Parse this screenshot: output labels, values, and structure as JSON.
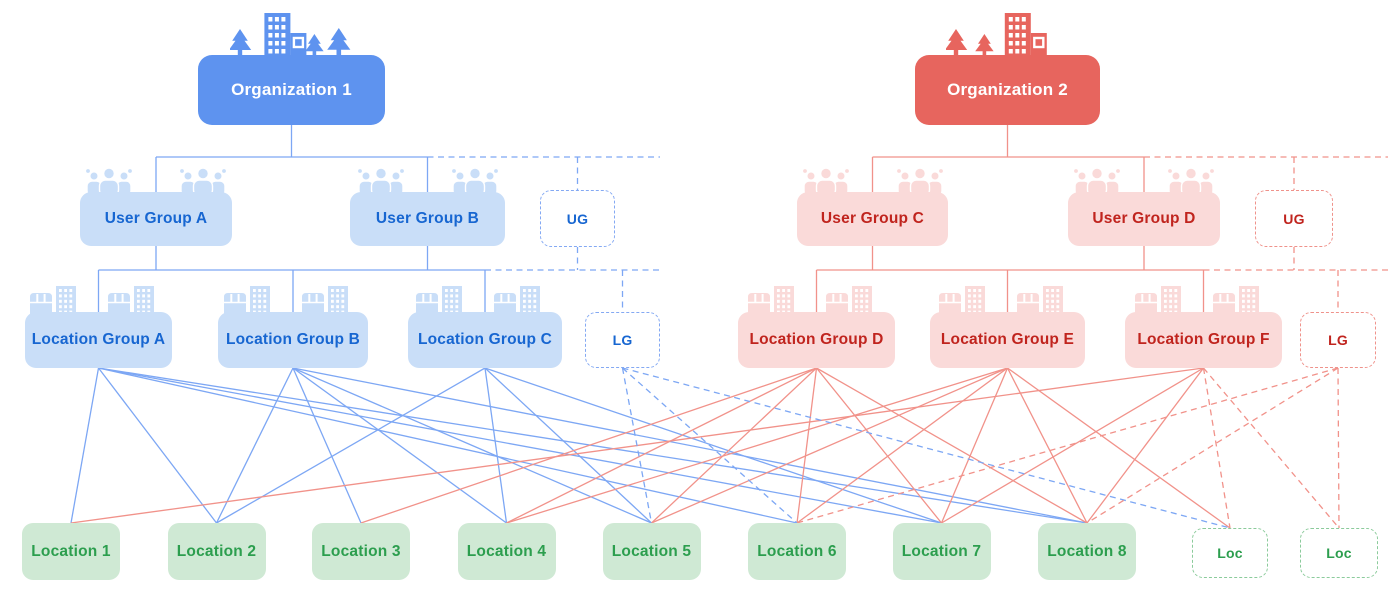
{
  "palette": {
    "blue_primary": "#5e93ef",
    "blue_light_fill": "#c9def8",
    "blue_text": "#1766d1",
    "blue_line": "#7da7f4",
    "red_primary": "#e7655e",
    "red_light_fill": "#fadad9",
    "red_text": "#c0241e",
    "red_line": "#f1928a",
    "green_fill": "#cfe9d4",
    "green_text": "#2c9e4e",
    "green_dashed_border": "#8bcb9b",
    "background": "#ffffff"
  },
  "nodes": [
    {
      "id": "org1",
      "label": "Organization 1",
      "kind": "organization",
      "palette": "blue",
      "variant": "org",
      "icon": "city-trees-icon"
    },
    {
      "id": "ug_a",
      "label": "User Group A",
      "kind": "user-group",
      "palette": "blue",
      "variant": "light",
      "icon": "people-icon"
    },
    {
      "id": "ug_b",
      "label": "User Group B",
      "kind": "user-group",
      "palette": "blue",
      "variant": "light",
      "icon": "people-icon"
    },
    {
      "id": "ug_extra_blue",
      "label": "UG",
      "kind": "user-group-placeholder",
      "palette": "blue",
      "variant": "dashed",
      "icon": null
    },
    {
      "id": "lg_a",
      "label": "Location Group A",
      "kind": "location-group",
      "palette": "blue",
      "variant": "light",
      "icon": "storefront-icon"
    },
    {
      "id": "lg_b",
      "label": "Location Group B",
      "kind": "location-group",
      "palette": "blue",
      "variant": "light",
      "icon": "storefront-icon"
    },
    {
      "id": "lg_c",
      "label": "Location Group C",
      "kind": "location-group",
      "palette": "blue",
      "variant": "light",
      "icon": "storefront-icon"
    },
    {
      "id": "lg_extra_blue",
      "label": "LG",
      "kind": "location-group-placeholder",
      "palette": "blue",
      "variant": "dashed",
      "icon": null
    },
    {
      "id": "org2",
      "label": "Organization 2",
      "kind": "organization",
      "palette": "red",
      "variant": "org",
      "icon": "city-trees-icon"
    },
    {
      "id": "ug_c",
      "label": "User Group C",
      "kind": "user-group",
      "palette": "red",
      "variant": "light",
      "icon": "people-icon"
    },
    {
      "id": "ug_d",
      "label": "User Group D",
      "kind": "user-group",
      "palette": "red",
      "variant": "light",
      "icon": "people-icon"
    },
    {
      "id": "ug_extra_red",
      "label": "UG",
      "kind": "user-group-placeholder",
      "palette": "red",
      "variant": "dashed",
      "icon": null
    },
    {
      "id": "lg_d",
      "label": "Location Group D",
      "kind": "location-group",
      "palette": "red",
      "variant": "light",
      "icon": "storefront-icon"
    },
    {
      "id": "lg_e",
      "label": "Location Group E",
      "kind": "location-group",
      "palette": "red",
      "variant": "light",
      "icon": "storefront-icon"
    },
    {
      "id": "lg_f",
      "label": "Location Group F",
      "kind": "location-group",
      "palette": "red",
      "variant": "light",
      "icon": "storefront-icon"
    },
    {
      "id": "lg_extra_red",
      "label": "LG",
      "kind": "location-group-placeholder",
      "palette": "red",
      "variant": "dashed",
      "icon": null
    },
    {
      "id": "loc1",
      "label": "Location 1",
      "kind": "location",
      "palette": "green",
      "variant": "light",
      "icon": null
    },
    {
      "id": "loc2",
      "label": "Location 2",
      "kind": "location",
      "palette": "green",
      "variant": "light",
      "icon": null
    },
    {
      "id": "loc3",
      "label": "Location 3",
      "kind": "location",
      "palette": "green",
      "variant": "light",
      "icon": null
    },
    {
      "id": "loc4",
      "label": "Location 4",
      "kind": "location",
      "palette": "green",
      "variant": "light",
      "icon": null
    },
    {
      "id": "loc5",
      "label": "Location 5",
      "kind": "location",
      "palette": "green",
      "variant": "light",
      "icon": null
    },
    {
      "id": "loc6",
      "label": "Location 6",
      "kind": "location",
      "palette": "green",
      "variant": "light",
      "icon": null
    },
    {
      "id": "loc7",
      "label": "Location 7",
      "kind": "location",
      "palette": "green",
      "variant": "light",
      "icon": null
    },
    {
      "id": "loc8",
      "label": "Location 8",
      "kind": "location",
      "palette": "green",
      "variant": "light",
      "icon": null
    },
    {
      "id": "loc_extra1",
      "label": "Loc",
      "kind": "location-placeholder",
      "palette": "green",
      "variant": "dashed",
      "icon": null
    },
    {
      "id": "loc_extra2",
      "label": "Loc",
      "kind": "location-placeholder",
      "palette": "green",
      "variant": "dashed",
      "icon": null
    }
  ],
  "tree": [
    {
      "org": "org1",
      "user_groups": [
        "ug_a",
        "ug_b"
      ],
      "extra_user_group": "ug_extra_blue",
      "location_groups": [
        "lg_a",
        "lg_b",
        "lg_c"
      ],
      "extra_location_group": "lg_extra_blue"
    },
    {
      "org": "org2",
      "user_groups": [
        "ug_c",
        "ug_d"
      ],
      "extra_user_group": "ug_extra_red",
      "location_groups": [
        "lg_d",
        "lg_e",
        "lg_f"
      ],
      "extra_location_group": "lg_extra_red"
    }
  ],
  "assignments": {
    "solid": [
      {
        "from": "lg_a",
        "to": [
          "loc1",
          "loc2",
          "loc6",
          "loc7",
          "loc8"
        ]
      },
      {
        "from": "lg_b",
        "to": [
          "loc2",
          "loc3",
          "loc4",
          "loc5",
          "loc8"
        ]
      },
      {
        "from": "lg_c",
        "to": [
          "loc2",
          "loc4",
          "loc5",
          "loc7"
        ]
      },
      {
        "from": "lg_d",
        "to": [
          "loc3",
          "loc4",
          "loc5",
          "loc6",
          "loc7",
          "loc8"
        ]
      },
      {
        "from": "lg_e",
        "to": [
          "loc4",
          "loc5",
          "loc6",
          "loc7",
          "loc8",
          "loc_extra1"
        ]
      },
      {
        "from": "lg_f",
        "to": [
          "loc1",
          "loc7",
          "loc8"
        ]
      }
    ],
    "dashed": [
      {
        "from": "lg_extra_blue",
        "to": [
          "loc5",
          "loc6",
          "loc_extra1"
        ]
      },
      {
        "from": "lg_f",
        "to": [
          "loc_extra1",
          "loc_extra2"
        ]
      },
      {
        "from": "lg_extra_red",
        "to": [
          "loc6",
          "loc8",
          "loc_extra2"
        ]
      }
    ]
  }
}
